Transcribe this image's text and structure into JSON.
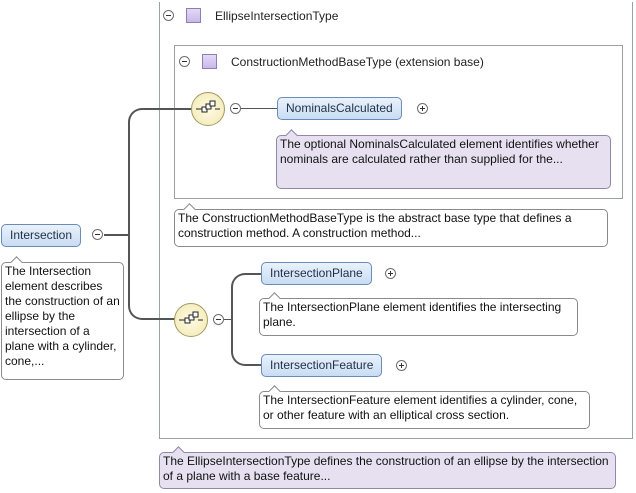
{
  "outer_type": {
    "name": "EllipseIntersectionType",
    "description": "The EllipseIntersectionType defines the construction of an ellipse by the intersection of a plane with a base feature..."
  },
  "base_type": {
    "name": "ConstructionMethodBaseType (extension base)",
    "description": "The ConstructionMethodBaseType is the abstract base type that defines a construction method. A construction method..."
  },
  "root_element": {
    "name": "Intersection",
    "description": "The Intersection element describes the construction of an ellipse by the intersection of a plane with a cylinder, cone,..."
  },
  "elements": [
    {
      "name": "NominalsCalculated",
      "description": "The optional NominalsCalculated element identifies whether nominals are calculated rather than supplied for the..."
    },
    {
      "name": "IntersectionPlane",
      "description": "The IntersectionPlane element identifies the intersecting plane."
    },
    {
      "name": "IntersectionFeature",
      "description": "The IntersectionFeature element identifies a cylinder, cone, or other feature with an elliptical cross section."
    }
  ],
  "icons": {
    "sequence": "sequence-compositor-icon",
    "type": "complex-type-icon",
    "collapse": "minus-icon",
    "expand": "plus-icon"
  },
  "colors": {
    "element_fill": "#c9dcf3",
    "note_purple": "#e6e0f0",
    "type_icon": "#c9b8ea",
    "sequence_fill": "#f1e7b5"
  }
}
